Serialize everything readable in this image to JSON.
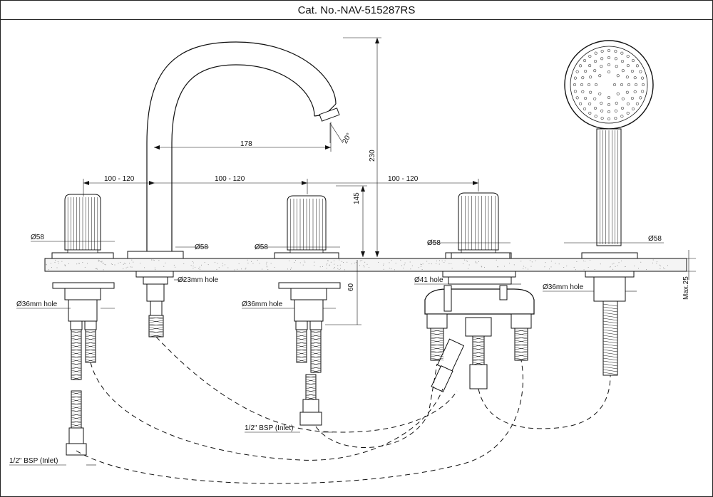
{
  "title": "Cat. No.-NAV-515287RS",
  "labels": {
    "spout_reach": "178",
    "spout_angle": "20°",
    "spout_height": "230",
    "handle_height": "145",
    "below_deck": "60",
    "spacing_1": "100 - 120",
    "spacing_2": "100 - 120",
    "spacing_3": "100 - 120",
    "dia_left": "Ø58",
    "dia_spout": "Ø58",
    "dia_mid": "Ø58",
    "dia_diverter": "Ø58",
    "dia_shower": "Ø58",
    "hole_spout": "Ø23mm hole",
    "hole_left": "Ø36mm hole",
    "hole_mid": "Ø36mm hole",
    "hole_diverter": "Ø41 hole",
    "hole_shower": "Ø36mm hole",
    "max_deck": "Max.25",
    "bsp_mid": "1/2\" BSP (Inlet)",
    "bsp_left": "1/2\" BSP (Inlet)"
  }
}
